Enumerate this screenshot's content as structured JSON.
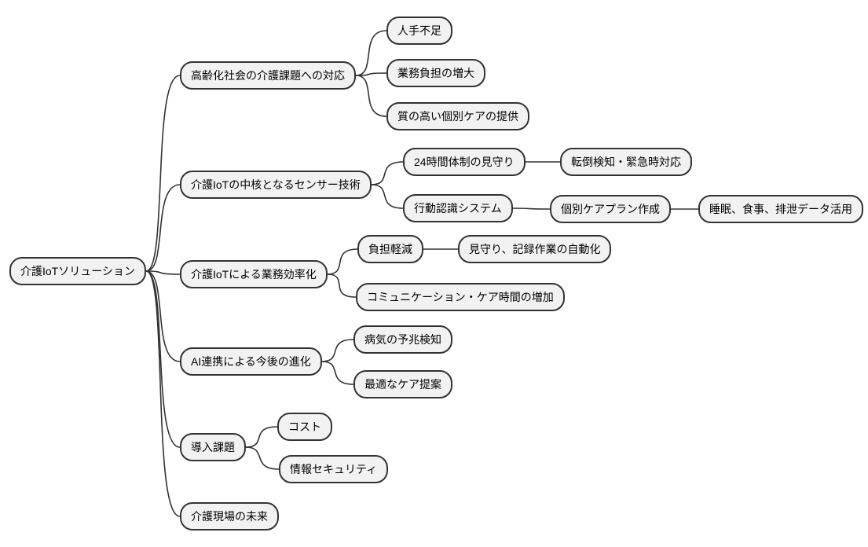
{
  "colors": {
    "background": "#ffffff",
    "node_fill": "#f2f2f2",
    "node_border": "#333333",
    "edge_stroke": "#333333",
    "text": "#000000"
  },
  "mindmap": {
    "root": {
      "label": "介護IoTソリューション"
    },
    "branches": [
      {
        "label": "高齢化社会の介護課題への対応",
        "children": [
          {
            "label": "人手不足"
          },
          {
            "label": "業務負担の増大"
          },
          {
            "label": "質の高い個別ケアの提供"
          }
        ]
      },
      {
        "label": "介護IoTの中核となるセンサー技術",
        "children": [
          {
            "label": "24時間体制の見守り",
            "children": [
              {
                "label": "転倒検知・緊急時対応"
              }
            ]
          },
          {
            "label": "行動認識システム",
            "children": [
              {
                "label": "個別ケアプラン作成",
                "children": [
                  {
                    "label": "睡眠、食事、排泄データ活用"
                  }
                ]
              }
            ]
          }
        ]
      },
      {
        "label": "介護IoTによる業務効率化",
        "children": [
          {
            "label": "負担軽減",
            "children": [
              {
                "label": "見守り、記録作業の自動化"
              }
            ]
          },
          {
            "label": "コミュニケーション・ケア時間の増加"
          }
        ]
      },
      {
        "label": "AI連携による今後の進化",
        "children": [
          {
            "label": "病気の予兆検知"
          },
          {
            "label": "最適なケア提案"
          }
        ]
      },
      {
        "label": "導入課題",
        "children": [
          {
            "label": "コスト"
          },
          {
            "label": "情報セキュリティ"
          }
        ]
      },
      {
        "label": "介護現場の未来",
        "children": []
      }
    ]
  }
}
